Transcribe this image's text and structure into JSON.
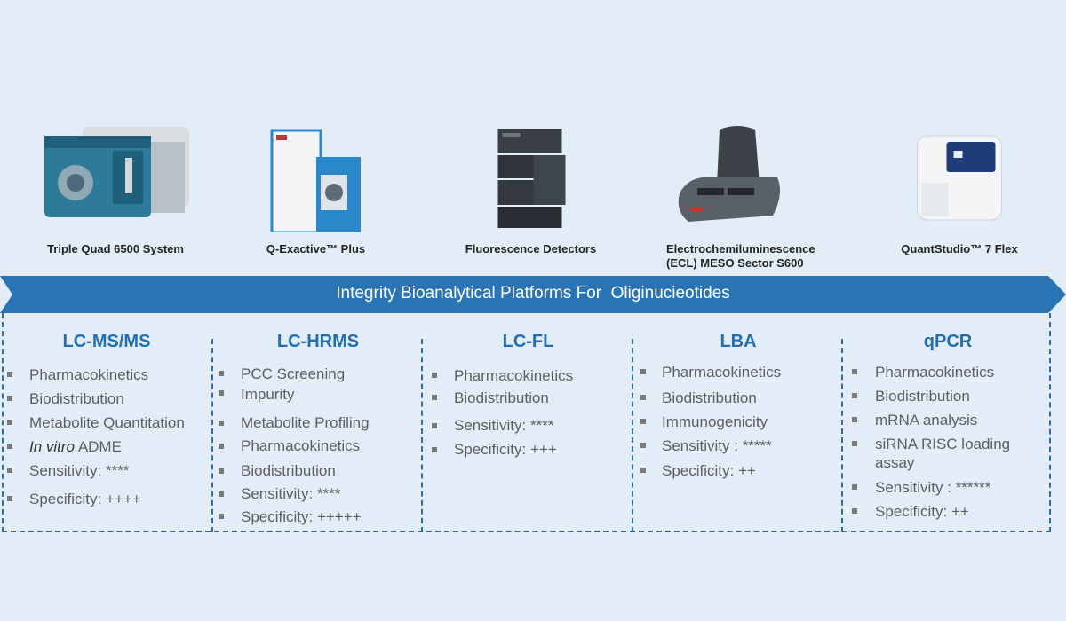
{
  "instruments": [
    {
      "name": "Triple Quad 6500 System",
      "icon": "mass-spectrometer-icon"
    },
    {
      "name": "Q-Exactive™ Plus",
      "icon": "orbitrap-instrument-icon"
    },
    {
      "name": "Fluorescence Detectors",
      "icon": "hplc-stack-icon"
    },
    {
      "name": "Electrochemiluminescence",
      "name_line2": "(ECL) MESO Sector S600",
      "icon": "ecl-reader-icon"
    },
    {
      "name": "QuantStudio™  7 Flex",
      "icon": "qpcr-instrument-icon"
    }
  ],
  "banner": {
    "title": "Integrity Bioanalytical Platforms For  Oliginucieotides",
    "color": "#2a74b3"
  },
  "platforms": [
    {
      "title": "LC-MS/MS",
      "items": [
        "Pharmacokinetics",
        "Biodistribution",
        "Metabolite Quantitation"
      ],
      "adme_italic": "In vitro",
      "adme_rest": " ADME",
      "items2": [
        "Sensitivity:  ****",
        "Specificity: ++++"
      ]
    },
    {
      "title": "LC-HRMS",
      "items": [
        "PCC Screening",
        "Impurity",
        "Metabolite Profiling",
        "Pharmacokinetics",
        "Biodistribution",
        "Sensitivity:  ****",
        "Specificity: +++++"
      ]
    },
    {
      "title": "LC-FL",
      "items": [
        "Pharmacokinetics",
        "Biodistribution",
        "Sensitivity:  ****",
        "Specificity: +++"
      ]
    },
    {
      "title": "LBA",
      "items": [
        "Pharmacokinetics",
        "Biodistribution",
        "Immunogenicity",
        "Sensitivity : *****",
        "Specificity: ++"
      ]
    },
    {
      "title": "qPCR",
      "items": [
        "Pharmacokinetics",
        "Biodistribution",
        "mRNA analysis",
        "siRNA RISC loading",
        "assay",
        "Sensitivity :  ******",
        "Specificity: ++"
      ]
    }
  ],
  "colors": {
    "title_blue": "#1f6fb2",
    "border_blue": "#2f6ea3",
    "background": "#e3edf7"
  }
}
